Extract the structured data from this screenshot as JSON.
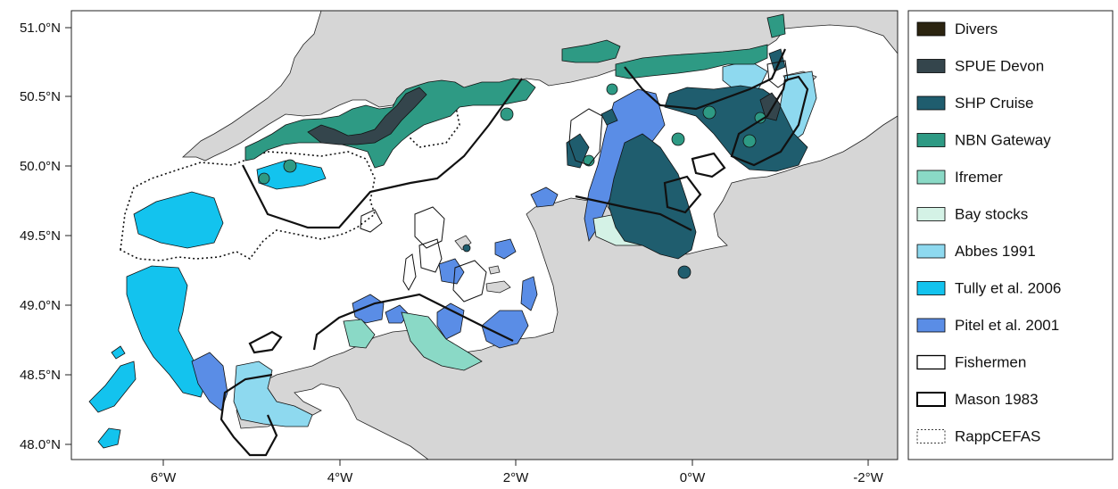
{
  "axes": {
    "y_ticks": [
      "51.0°N",
      "50.5°N",
      "50.0°N",
      "49.5°N",
      "49.0°N",
      "48.5°N",
      "48.0°N"
    ],
    "x_ticks": [
      "6°W",
      "4°W",
      "2°W",
      "0°W",
      "-2°W"
    ]
  },
  "legend": [
    {
      "label": "Divers",
      "fill": "#2b2410",
      "stroke": "#000000",
      "dash": false
    },
    {
      "label": "SPUE Devon",
      "fill": "#34454c",
      "stroke": "#000000",
      "dash": false
    },
    {
      "label": "SHP Cruise",
      "fill": "#1f5d6e",
      "stroke": "#000000",
      "dash": false
    },
    {
      "label": "NBN Gateway",
      "fill": "#2e9a84",
      "stroke": "#000000",
      "dash": false
    },
    {
      "label": "Ifremer",
      "fill": "#8ad9c6",
      "stroke": "#000000",
      "dash": false
    },
    {
      "label": "Bay stocks",
      "fill": "#d4f2e6",
      "stroke": "#000000",
      "dash": false
    },
    {
      "label": "Abbes 1991",
      "fill": "#8ed9ef",
      "stroke": "#000000",
      "dash": false
    },
    {
      "label": "Tully et al. 2006",
      "fill": "#13c3ee",
      "stroke": "#000000",
      "dash": false
    },
    {
      "label": "Pitel et al. 2001",
      "fill": "#5a8de6",
      "stroke": "#000000",
      "dash": false
    },
    {
      "label": "Fishermen",
      "fill": "#ffffff",
      "stroke": "#000000",
      "dash": false
    },
    {
      "label": "Mason 1983",
      "fill": "#ffffff",
      "stroke": "#000000",
      "dash": false
    },
    {
      "label": "RappCEFAS",
      "fill": "#ffffff",
      "stroke": "#000000",
      "dash": true
    }
  ],
  "colors": {
    "land": "#d6d6d6",
    "sea": "#ffffff"
  }
}
